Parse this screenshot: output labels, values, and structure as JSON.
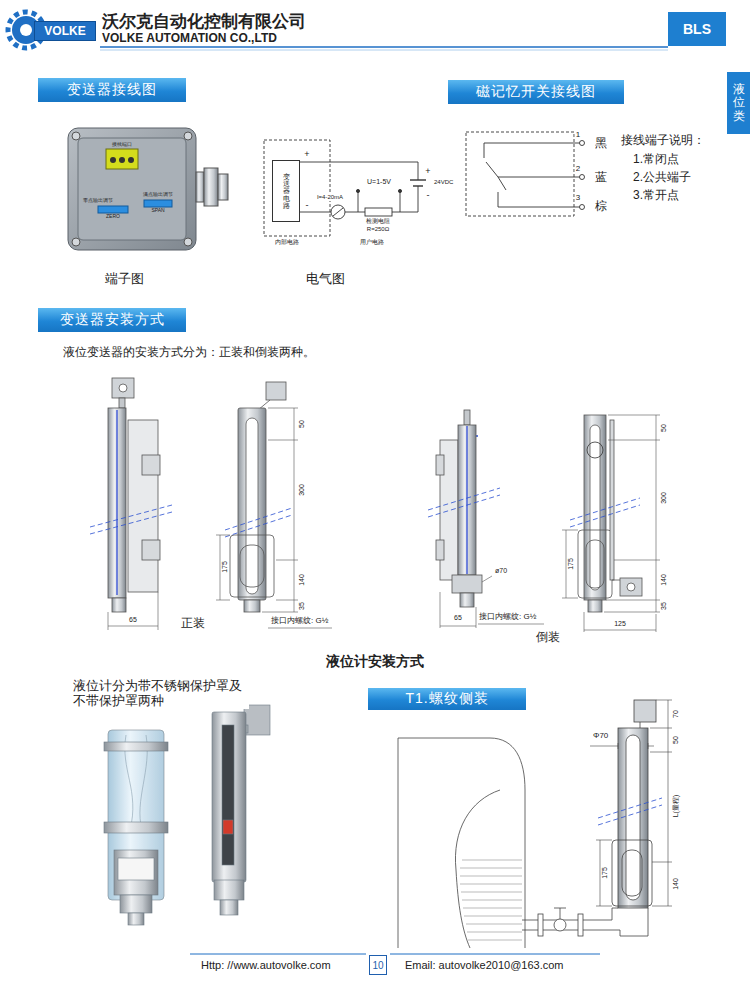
{
  "diagram": {
    "nodes": [
      {
        "text": [
          "VOLKE"
        ]
      },
      {
        "text": [
          "BLS"
        ]
      },
      {
        "text": [
          "液位类"
        ]
      },
      {
        "text": [
          "变送器接线图"
        ]
      },
      {
        "text": [
          "磁记忆开关接线图"
        ]
      },
      {
        "text": [
          "变送器安装方式"
        ]
      },
      {
        "text": [
          "T1.螺纹侧装"
        ]
      },
      {
        "text": [
          "变送器电路"
        ]
      },
      {
        "text": [
          "10"
        ]
      }
    ],
    "labels": [
      "沃尔克自动化控制有限公司",
      "VOLKE AUTOMATION CO.,LTD",
      "接线端口",
      "零点输出调节",
      "满点输出调节",
      "ZERO",
      "SPAN",
      "端子图",
      "+",
      "-",
      "U=1-5V",
      "I=4-20mA",
      "检测电阻",
      "R=250Ω",
      "24VDC",
      "+",
      "-",
      "内部电路",
      "用户电路",
      "电气图",
      "1",
      "黑",
      "2",
      "蓝",
      "3",
      "棕",
      "接线端子说明：",
      "1.常闭点",
      "2.公共端子",
      "3.常开点",
      "液位变送器的安装方式分为：正装和倒装两种。",
      "65",
      "正装",
      "50",
      "300",
      "140",
      "35",
      "175",
      "接口内螺纹: G½",
      "ø70",
      "65",
      "接口内螺纹: G½",
      "倒装",
      "50",
      "300",
      "140",
      "35",
      "175",
      "125",
      "液位计安装方式",
      "液位计分为带不锈钢保护罩及 不带保护罩两种",
      "Φ70",
      "70",
      "50",
      "L(量程)",
      "175",
      "140",
      "Http: //www.autovolke.com",
      "Email: autovolke2010@163.com"
    ]
  }
}
